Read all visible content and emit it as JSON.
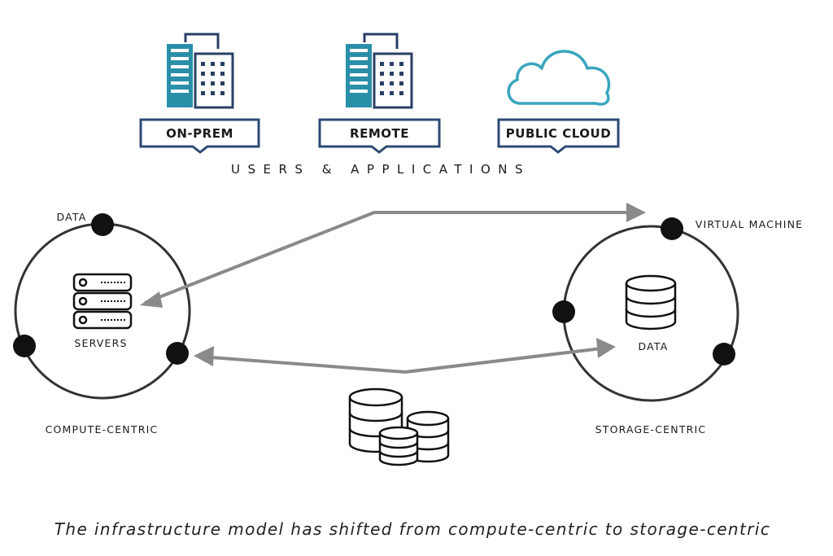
{
  "colors": {
    "building_teal": "#2a8fa8",
    "building_navy": "#2a3f66",
    "cloud_teal": "#39a5bd",
    "label_border": "#2d4a73",
    "arrow_gray": "#8a8a8a",
    "line_dark": "#333333",
    "dot_black": "#111111"
  },
  "locations": [
    {
      "label": "ON-PREM",
      "icon": "building-icon"
    },
    {
      "label": "REMOTE",
      "icon": "building-icon"
    },
    {
      "label": "PUBLIC CLOUD",
      "icon": "cloud-icon"
    }
  ],
  "users_apps_label": "USERS & APPLICATIONS",
  "compute": {
    "title": "COMPUTE-CENTRIC",
    "data_label": "DATA",
    "center_label": "SERVERS",
    "center_icon": "server-stack-icon"
  },
  "storage": {
    "title": "STORAGE-CENTRIC",
    "vm_label": "VIRTUAL MACHINE",
    "center_label": "DATA",
    "center_icon": "database-icon"
  },
  "middle_icon": "database-cluster-icon",
  "caption": "The infrastructure model has shifted from compute-centric to storage-centric"
}
